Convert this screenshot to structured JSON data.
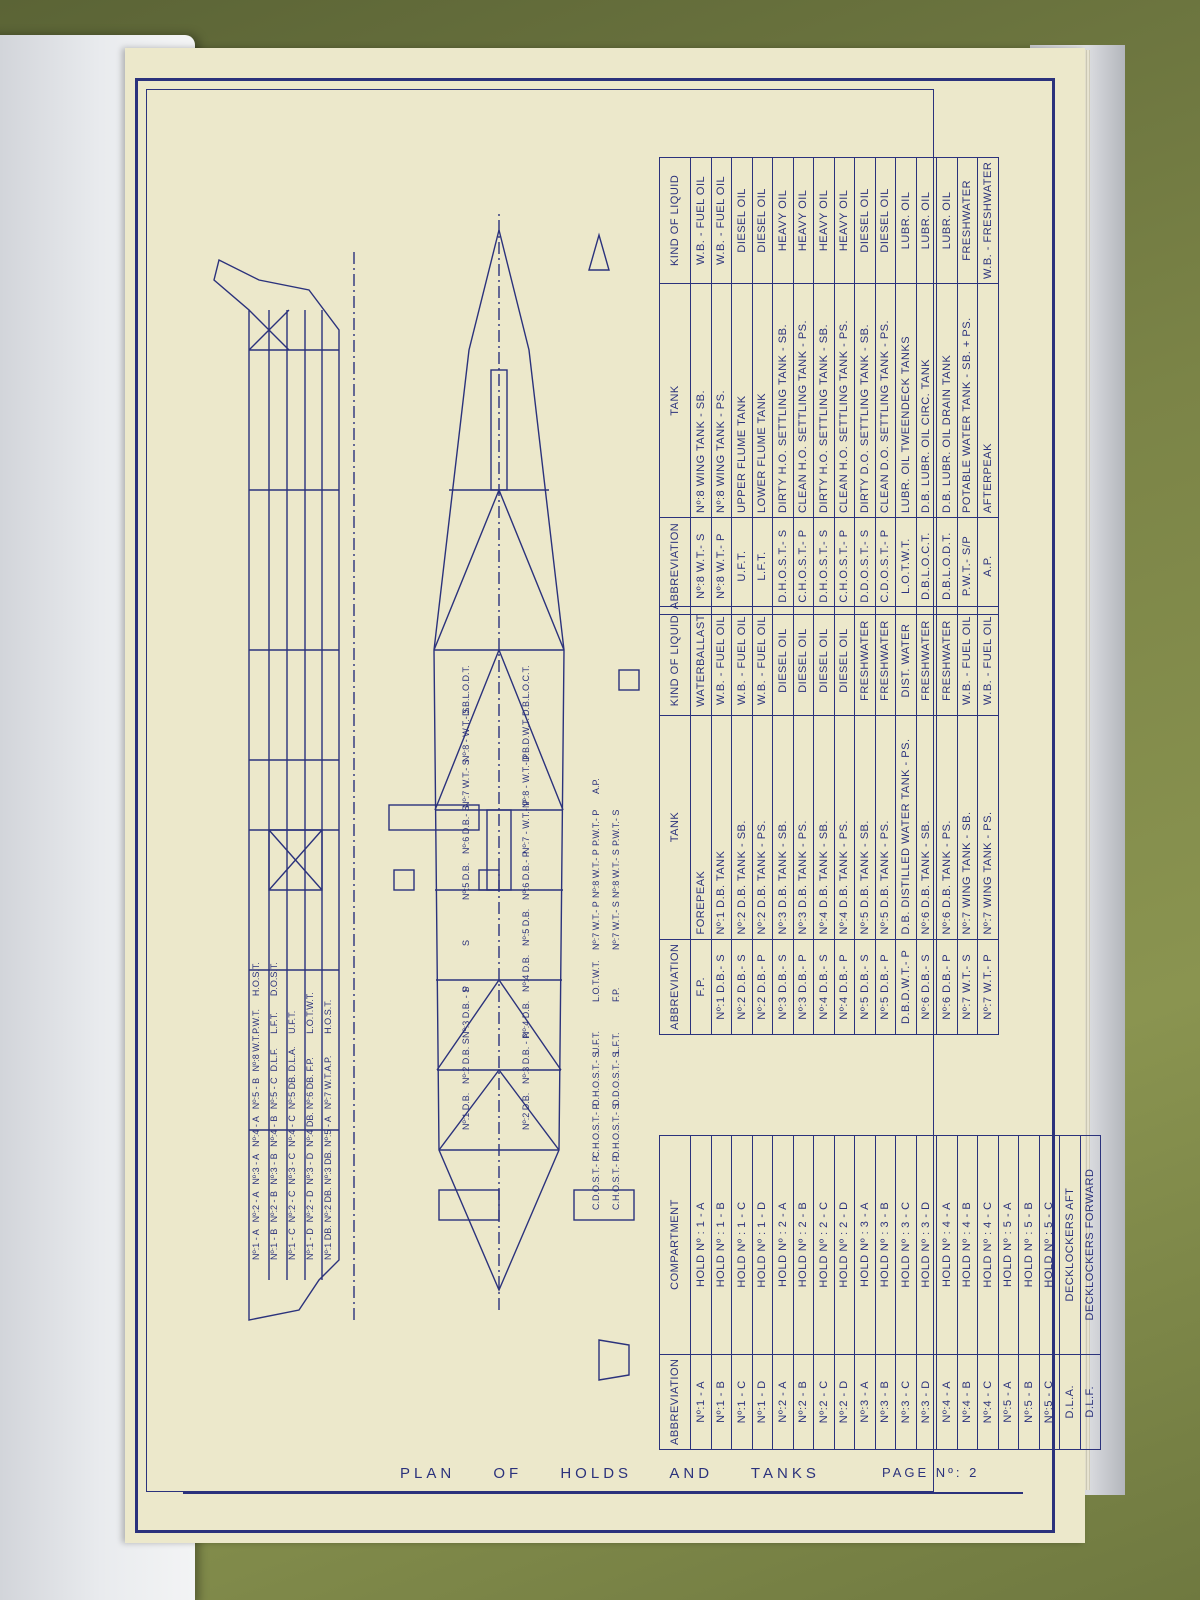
{
  "footer": {
    "title": "PLAN OF HOLDS AND TANKS",
    "page": "PAGE Nº: 2"
  },
  "compartment_table": {
    "headers": [
      "ABBREVIATION",
      "COMPARTMENT"
    ],
    "rows": [
      [
        "Nº:1 - A",
        "HOLD  Nº : 1  -  A"
      ],
      [
        "Nº:1 - B",
        "HOLD  Nº : 1  -  B"
      ],
      [
        "Nº:1 - C",
        "HOLD  Nº : 1  -  C"
      ],
      [
        "Nº:1 - D",
        "HOLD  Nº : 1  -  D"
      ],
      [
        "Nº:2 - A",
        "HOLD  Nº : 2  -  A"
      ],
      [
        "Nº:2 - B",
        "HOLD  Nº : 2  -  B"
      ],
      [
        "Nº:2 - C",
        "HOLD  Nº : 2  -  C"
      ],
      [
        "Nº:2 - D",
        "HOLD  Nº : 2  -  D"
      ],
      [
        "Nº:3 - A",
        "HOLD  Nº : 3  -  A"
      ],
      [
        "Nº:3 - B",
        "HOLD  Nº : 3  -  B"
      ],
      [
        "Nº:3 - C",
        "HOLD  Nº : 3  -  C"
      ],
      [
        "Nº:3 - D",
        "HOLD  Nº : 3  -  D"
      ],
      [
        "Nº:4 - A",
        "HOLD  Nº : 4  -  A"
      ],
      [
        "Nº:4 - B",
        "HOLD  Nº : 4  -  B"
      ],
      [
        "Nº:4 - C",
        "HOLD  Nº : 4  -  C"
      ],
      [
        "Nº:5 - A",
        "HOLD  Nº : 5  -  A"
      ],
      [
        "Nº:5 - B",
        "HOLD  Nº : 5  -  B"
      ],
      [
        "Nº:5 - C",
        "HOLD  Nº : 5  -  C"
      ],
      [
        "D.L.A.",
        "DECKLOCKERS  AFT"
      ],
      [
        "D.L.F.",
        "DECKLOCKERS  FORWARD"
      ]
    ]
  },
  "tank_table_1": {
    "headers": [
      "ABBREVIATION",
      "TANK",
      "KIND OF LIQUID"
    ],
    "rows": [
      [
        "F.P.",
        "FOREPEAK",
        "WATERBALLAST"
      ],
      [
        "Nº:1 D.B.- S",
        "Nº:1 D.B.  TANK",
        "W.B. - FUEL OIL"
      ],
      [
        "Nº:2 D.B.- S",
        "Nº:2 D.B.  TANK  -  SB.",
        "W.B. - FUEL OIL"
      ],
      [
        "Nº:2 D.B.- P",
        "Nº:2 D.B.  TANK  -  PS.",
        "W.B. - FUEL OIL"
      ],
      [
        "Nº:3 D.B.- S",
        "Nº:3 D.B.  TANK  -  SB.",
        "DIESEL OIL"
      ],
      [
        "Nº:3 D.B.- P",
        "Nº:3 D.B.  TANK  -  PS.",
        "DIESEL OIL"
      ],
      [
        "Nº:4 D.B.- S",
        "Nº:4 D.B.  TANK  -  SB.",
        "DIESEL OIL"
      ],
      [
        "Nº:4 D.B.- P",
        "Nº:4 D.B.  TANK  -  PS.",
        "DIESEL OIL"
      ],
      [
        "Nº:5 D.B.- S",
        "Nº:5 D.B.  TANK  -  SB.",
        "FRESHWATER"
      ],
      [
        "Nº:5 D.B.- P",
        "Nº:5 D.B.  TANK  -  PS.",
        "FRESHWATER"
      ],
      [
        "D.B.D.W.T.- P",
        "D.B.  DISTILLED  WATER  TANK - PS.",
        "DIST. WATER"
      ],
      [
        "Nº:6 D.B.- S",
        "Nº:6 D.B.  TANK  -  SB.",
        "FRESHWATER"
      ],
      [
        "Nº:6 D.B.- P",
        "Nº:6 D.B.  TANK  -  PS.",
        "FRESHWATER"
      ],
      [
        "Nº:7 W.T.- S",
        "Nº:7 WING TANK  -  SB.",
        "W.B. - FUEL OIL"
      ],
      [
        "Nº:7 W.T.- P",
        "Nº:7 WING TANK  -  PS.",
        "W.B. - FUEL OIL"
      ]
    ]
  },
  "tank_table_2": {
    "headers": [
      "ABBREVIATION",
      "TANK",
      "KIND OF LIQUID"
    ],
    "rows": [
      [
        "Nº:8 W.T.- S",
        "Nº:8  WING  TANK  -  SB.",
        "W.B. - FUEL OIL"
      ],
      [
        "Nº:8 W.T.- P",
        "Nº:8  WING  TANK  -  PS.",
        "W.B. - FUEL OIL"
      ],
      [
        "U.F.T.",
        "UPPER  FLUME  TANK",
        "DIESEL OIL"
      ],
      [
        "L.F.T.",
        "LOWER  FLUME  TANK",
        "DIESEL OIL"
      ],
      [
        "D.H.O.S.T.- S",
        "DIRTY  H.O.  SETTLING  TANK - SB.",
        "HEAVY OIL"
      ],
      [
        "C.H.O.S.T.- P",
        "CLEAN  H.O.  SETTLING  TANK - PS.",
        "HEAVY OIL"
      ],
      [
        "D.H.O.S.T.- S",
        "DIRTY  H.O.  SETTLING  TANK - SB.",
        "HEAVY OIL"
      ],
      [
        "C.H.O.S.T.- P",
        "CLEAN  H.O.  SETTLING  TANK - PS.",
        "HEAVY OIL"
      ],
      [
        "D.D.O.S.T.- S",
        "DIRTY  D.O.  SETTLING  TANK - SB.",
        "DIESEL OIL"
      ],
      [
        "C.D.O.S.T.- P",
        "CLEAN  D.O.  SETTLING  TANK - PS.",
        "DIESEL OIL"
      ],
      [
        "L.O.T.W.T.",
        "LUBR.  OIL  TWEENDECK TANKS",
        "LUBR. OIL"
      ],
      [
        "D.B.L.O.C.T.",
        "D.B.  LUBR.  OIL  CIRC.  TANK",
        "LUBR. OIL"
      ],
      [
        "D.B.L.O.D.T.",
        "D.B.  LUBR.  OIL  DRAIN  TANK",
        "LUBR. OIL"
      ],
      [
        "P.W.T.- S/P",
        "POTABLE  WATER  TANK - SB. + PS.",
        "FRESHWATER"
      ],
      [
        "A.P.",
        "AFTERPEAK",
        "W.B. - FRESHWATER"
      ]
    ]
  },
  "drawing_labels": {
    "profile": [
      "Nº:1 - A",
      "Nº:1 - B",
      "Nº:1 - C",
      "Nº:1 - D",
      "Nº:1 DB.",
      "Nº:2 - A",
      "Nº:2 - B",
      "Nº:2 - C",
      "Nº:2 - D",
      "Nº:2 DB.",
      "Nº:3 - A",
      "Nº:3 - B",
      "Nº:3 - C",
      "Nº:3 - D",
      "Nº:3 DB.",
      "Nº:4 - A",
      "Nº:4 - B",
      "Nº:4 - C",
      "Nº:4 DB.",
      "Nº:5 - A",
      "Nº:5 - B",
      "Nº:5 - C",
      "Nº:5 DB.",
      "Nº:6 DB.",
      "Nº:7 W.T.",
      "Nº:8 W.T.",
      "D.L.F.",
      "D.L.A.",
      "F.P.",
      "A.P.",
      "P.W.T.",
      "L.F.T.",
      "U.F.T.",
      "L.O.T.W.T.",
      "H.O.S.T.",
      "H.O.S.T.",
      "D.O.S.T."
    ],
    "plan": [
      "Nº:1 D.B.",
      "Nº:2 D.B.",
      "Nº:2 D.B. S",
      "Nº:3 D.B. - P",
      "Nº:3 D.B. - S",
      "Nº:4 D.B.",
      "P",
      "Nº:4 D.B.",
      "S",
      "Nº:5 D.B.",
      "Nº:5 D.B.",
      "Nº:6 D.B.- P",
      "Nº:6 D.B.- S",
      "Nº:7 - W.T.- P",
      "Nº:7 W.T.- S",
      "Nº:8 - W.T.- P",
      "Nº:8 - W.T.- S",
      "D.B.D.W.T.",
      "D.B.L.O.D.T.",
      "D.B.L.O.C.T."
    ],
    "sections": [
      "C.D.O.S.T.- P",
      "C.H.O.S.T.- P",
      "C.H.O.S.T.- P",
      "D.H.O.S.T.- S",
      "D.H.O.S.T.- S",
      "D.D.O.S.T.- S",
      "U.F.T.",
      "L.F.T.",
      "L.O.T.W.T.",
      "F.P.",
      "Nº:7 W.T.- P",
      "Nº:7 W.T.- S",
      "Nº:8 W.T.- P",
      "Nº:8 W.T.- S",
      "P.W.T.- P",
      "P.W.T.- S",
      "A.P."
    ]
  }
}
